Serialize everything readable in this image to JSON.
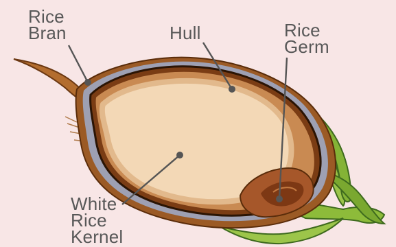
{
  "labels": {
    "rice_bran": "Rice\nBran",
    "hull": "Hull",
    "rice_germ": "Rice\nGerm",
    "white_rice_kernel": "White\nRice\nKernel"
  },
  "colors": {
    "background": "#f8e6e6",
    "label_text": "#585858",
    "leader_line": "#555555",
    "hull_outer": "#9b5a25",
    "hull_inner": "#c98a52",
    "bran_layer": "#9ea0b3",
    "kernel": "#f3d8b6",
    "kernel_edge": "#e2b98c",
    "germ": "#a6572a",
    "stem": "#8dbb3a"
  }
}
